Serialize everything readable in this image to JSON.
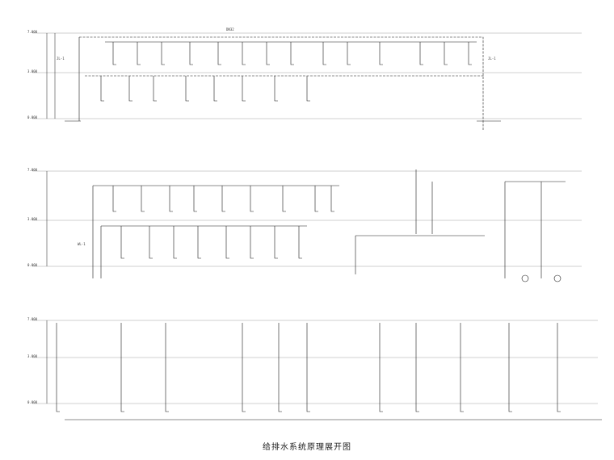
{
  "title": "给排水系统原理展开图",
  "levels": {
    "top_a": "7.000",
    "mid_a": "3.000",
    "base_a": "0.000",
    "top_b": "7.000",
    "mid_b": "3.000",
    "base_b": "0.000",
    "top_c": "7.000",
    "mid_c": "3.000",
    "base_c": "0.000"
  },
  "pipe_tags": {
    "jl1": "JL-1",
    "jl1b": "JL-1",
    "wl1": "WL-1",
    "dn": "DN32"
  },
  "colors": {
    "line": "#1a1a1a",
    "grid": "#777777",
    "paper": "#ffffff"
  }
}
